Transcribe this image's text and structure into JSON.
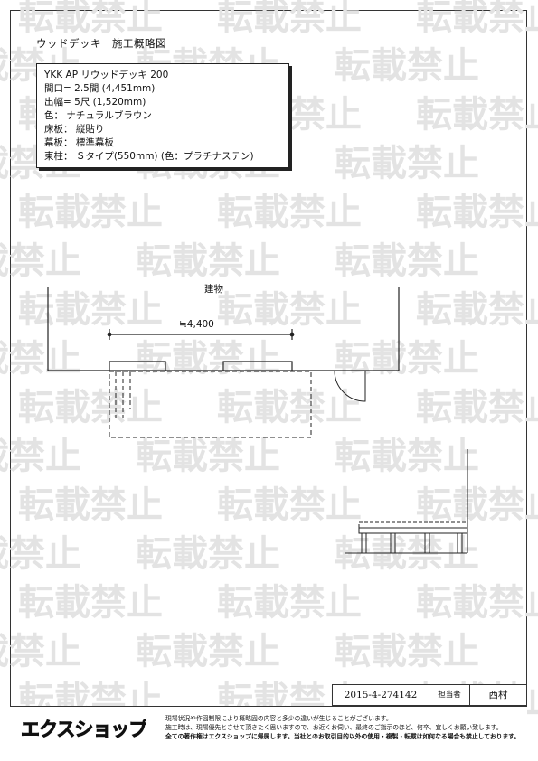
{
  "document": {
    "title": "ウッドデッキ　施工概略図"
  },
  "spec": {
    "lines": [
      "YKK AP リウッドデッキ 200",
      "間口= 2.5間 (4,451mm)",
      "出幅= 5尺 (1,520mm)",
      "色： ナチュラルブラウン",
      "床板： 縦貼り",
      "幕板： 標準幕板",
      "束柱： Ｓタイプ(550mm) (色：プラチナステン)"
    ]
  },
  "plan": {
    "building_label": "建物",
    "dimension_label": "≒4,400"
  },
  "watermark": {
    "text": "転載禁止"
  },
  "footer": {
    "order_number": "2015-4-274142",
    "person_label": "担当者",
    "person_name": "西村",
    "logo_text": "エクスショップ",
    "notes": [
      "現場状況や作図制限により概略図の内容と多少の違いが生じることがございます。",
      "施工時は、現場優先とさせて頂きたく思いますので、お近くお伺い、最終のご指示のほど、何卒、宜しくお願い致します。",
      "全ての著作権はエクスショップに帰属します。当社とのお取引目的以外の使用・複製・転載は如何なる場合も禁止しております。"
    ]
  }
}
